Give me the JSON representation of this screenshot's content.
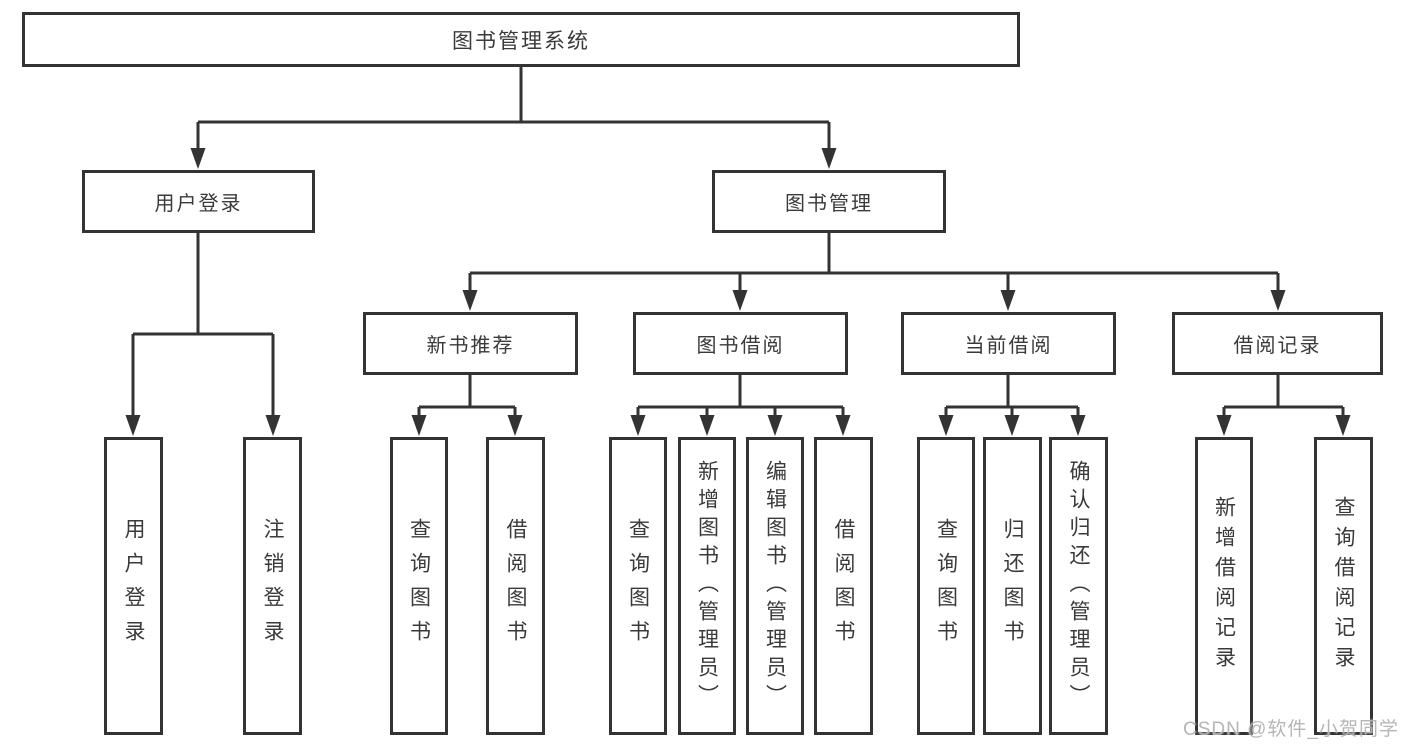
{
  "title": "图书管理系统",
  "tree": {
    "label": "图书管理系统",
    "children": [
      {
        "label": "用户登录",
        "children": [
          {
            "label": "用户登录"
          },
          {
            "label": "注销登录"
          }
        ]
      },
      {
        "label": "图书管理",
        "children": [
          {
            "label": "新书推荐",
            "children": [
              {
                "label": "查询图书"
              },
              {
                "label": "借阅图书"
              }
            ]
          },
          {
            "label": "图书借阅",
            "children": [
              {
                "label": "查询图书"
              },
              {
                "label": "新增图书（管理员）"
              },
              {
                "label": "编辑图书（管理员）"
              },
              {
                "label": "借阅图书"
              }
            ]
          },
          {
            "label": "当前借阅",
            "children": [
              {
                "label": "查询图书"
              },
              {
                "label": "归还图书"
              },
              {
                "label": "确认归还（管理员）"
              }
            ]
          },
          {
            "label": "借阅记录",
            "children": [
              {
                "label": "新增借阅记录"
              },
              {
                "label": "查询借阅记录"
              }
            ]
          }
        ]
      }
    ]
  },
  "watermark": {
    "text": "CSDN @软件_小贺同学"
  },
  "colors": {
    "line": "#333333",
    "text": "#3a3a3a",
    "watermark": "#b8b8b8",
    "background": "#ffffff"
  }
}
